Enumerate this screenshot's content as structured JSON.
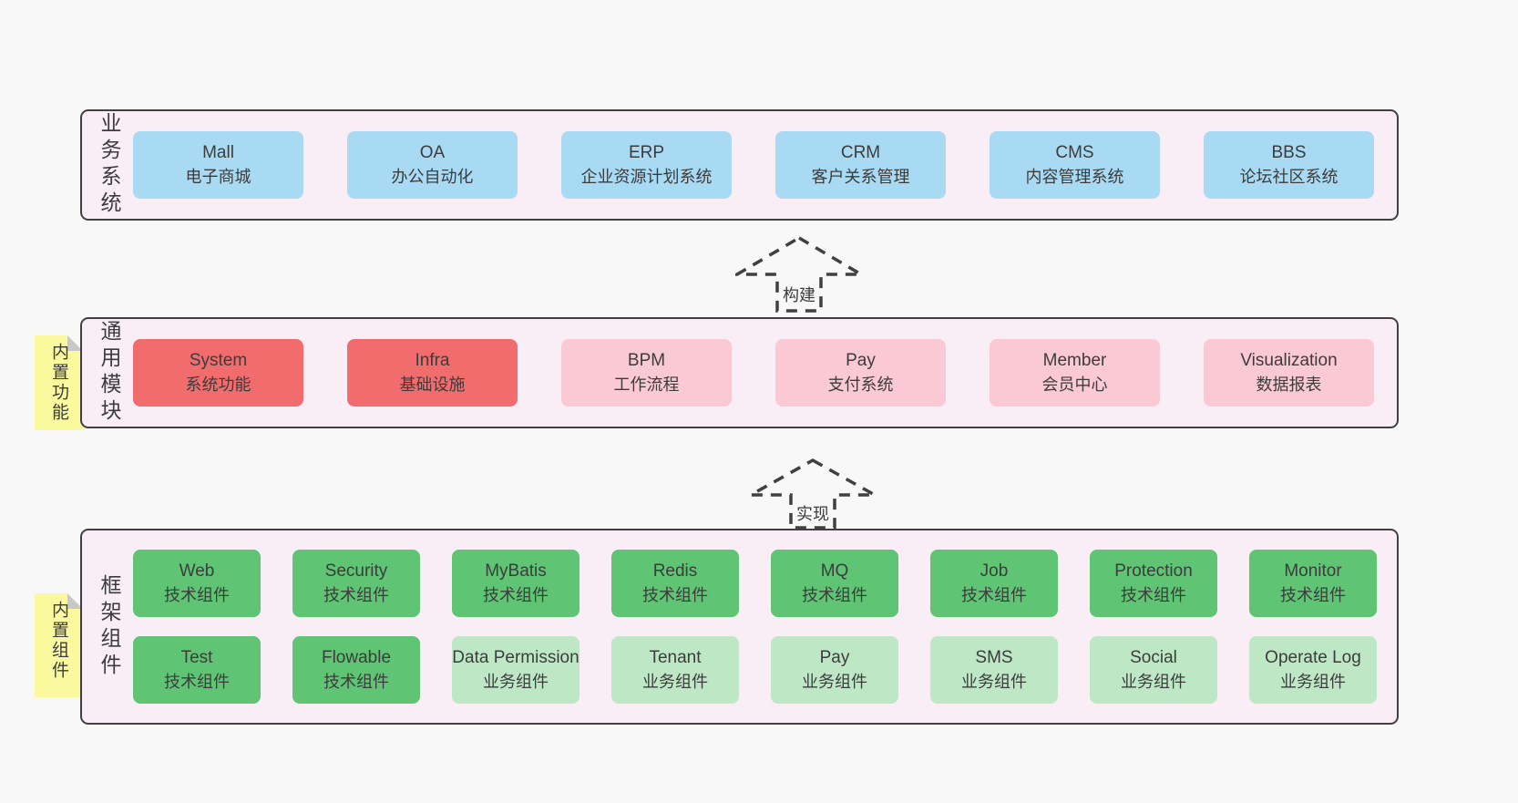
{
  "colors": {
    "page_bg": "#f8f8f8",
    "band_bg": "#f9edf6",
    "band_border": "#404040",
    "blue": "#a9daf3",
    "red": "#f06c6d",
    "pink": "#fac9d3",
    "green": "#5fc473",
    "green_light": "#bee8c5",
    "yellow": "#fbf99e",
    "fold": "#c8c8c8",
    "text": "#3c3c3c",
    "arrow": "#404040"
  },
  "bands": [
    {
      "id": "business-systems",
      "side_label": "业务系统",
      "sticky_note": null,
      "rows": [
        [
          {
            "en": "Mall",
            "zh": "电子商城",
            "variant": "blue"
          },
          {
            "en": "OA",
            "zh": "办公自动化",
            "variant": "blue"
          },
          {
            "en": "ERP",
            "zh": "企业资源计划系统",
            "variant": "blue"
          },
          {
            "en": "CRM",
            "zh": "客户关系管理",
            "variant": "blue"
          },
          {
            "en": "CMS",
            "zh": "内容管理系统",
            "variant": "blue"
          },
          {
            "en": "BBS",
            "zh": "论坛社区系统",
            "variant": "blue"
          }
        ]
      ]
    },
    {
      "id": "common-modules",
      "side_label": "通用模块",
      "sticky_note": "内置功能",
      "rows": [
        [
          {
            "en": "System",
            "zh": "系统功能",
            "variant": "red"
          },
          {
            "en": "Infra",
            "zh": "基础设施",
            "variant": "red"
          },
          {
            "en": "BPM",
            "zh": "工作流程",
            "variant": "pink"
          },
          {
            "en": "Pay",
            "zh": "支付系统",
            "variant": "pink"
          },
          {
            "en": "Member",
            "zh": "会员中心",
            "variant": "pink"
          },
          {
            "en": "Visualization",
            "zh": "数据报表",
            "variant": "pink"
          }
        ]
      ]
    },
    {
      "id": "framework-components",
      "side_label": "框架组件",
      "sticky_note": "内置组件",
      "rows": [
        [
          {
            "en": "Web",
            "zh": "技术组件",
            "variant": "green"
          },
          {
            "en": "Security",
            "zh": "技术组件",
            "variant": "green"
          },
          {
            "en": "MyBatis",
            "zh": "技术组件",
            "variant": "green"
          },
          {
            "en": "Redis",
            "zh": "技术组件",
            "variant": "green"
          },
          {
            "en": "MQ",
            "zh": "技术组件",
            "variant": "green"
          },
          {
            "en": "Job",
            "zh": "技术组件",
            "variant": "green"
          },
          {
            "en": "Protection",
            "zh": "技术组件",
            "variant": "green"
          },
          {
            "en": "Monitor",
            "zh": "技术组件",
            "variant": "green"
          }
        ],
        [
          {
            "en": "Test",
            "zh": "技术组件",
            "variant": "green"
          },
          {
            "en": "Flowable",
            "zh": "技术组件",
            "variant": "green"
          },
          {
            "en": "Data Permission",
            "zh": "业务组件",
            "variant": "green_light"
          },
          {
            "en": "Tenant",
            "zh": "业务组件",
            "variant": "green_light"
          },
          {
            "en": "Pay",
            "zh": "业务组件",
            "variant": "green_light"
          },
          {
            "en": "SMS",
            "zh": "业务组件",
            "variant": "green_light"
          },
          {
            "en": "Social",
            "zh": "业务组件",
            "variant": "green_light"
          },
          {
            "en": "Operate Log",
            "zh": "业务组件",
            "variant": "green_light"
          }
        ]
      ]
    }
  ],
  "arrows": [
    {
      "label": "构建"
    },
    {
      "label": "实现"
    }
  ]
}
